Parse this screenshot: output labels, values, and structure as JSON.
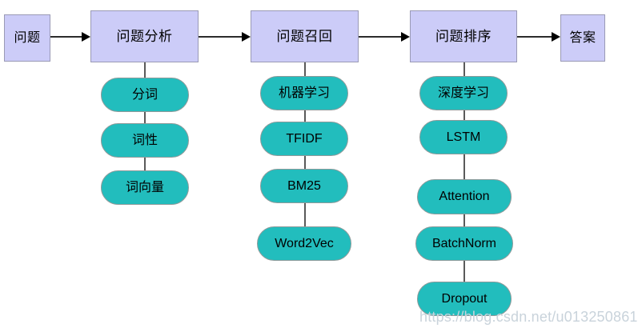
{
  "diagram": {
    "type": "flowchart",
    "title_text": "",
    "colors": {
      "process_fill": "#ccccf8",
      "process_border": "#9a9ab5",
      "pill_fill": "#22bdbd",
      "pill_border": "#8e9a9a",
      "connector": "#5a5a5a",
      "arrow": "#000000",
      "background": "#ffffff",
      "watermark": "#c9d3db"
    },
    "pipeline": [
      {
        "id": "input",
        "label": "问题",
        "shape": "rect"
      },
      {
        "id": "analysis",
        "label": "问题分析",
        "shape": "rect"
      },
      {
        "id": "recall",
        "label": "问题召回",
        "shape": "rect"
      },
      {
        "id": "ranking",
        "label": "问题排序",
        "shape": "rect"
      },
      {
        "id": "output",
        "label": "答案",
        "shape": "rect"
      }
    ],
    "columns": [
      {
        "parent": "问题分析",
        "items": [
          {
            "label": "分词"
          },
          {
            "label": "词性"
          },
          {
            "label": "词向量"
          }
        ]
      },
      {
        "parent": "问题召回",
        "items": [
          {
            "label": "机器学习"
          },
          {
            "label": "TFIDF"
          },
          {
            "label": "BM25"
          },
          {
            "label": "Word2Vec"
          }
        ]
      },
      {
        "parent": "问题排序",
        "items": [
          {
            "label": "深度学习"
          },
          {
            "label": "LSTM"
          },
          {
            "label": "Attention"
          },
          {
            "label": "BatchNorm"
          },
          {
            "label": "Dropout"
          }
        ]
      }
    ],
    "watermark": "https://blog.csdn.net/u013250861"
  }
}
